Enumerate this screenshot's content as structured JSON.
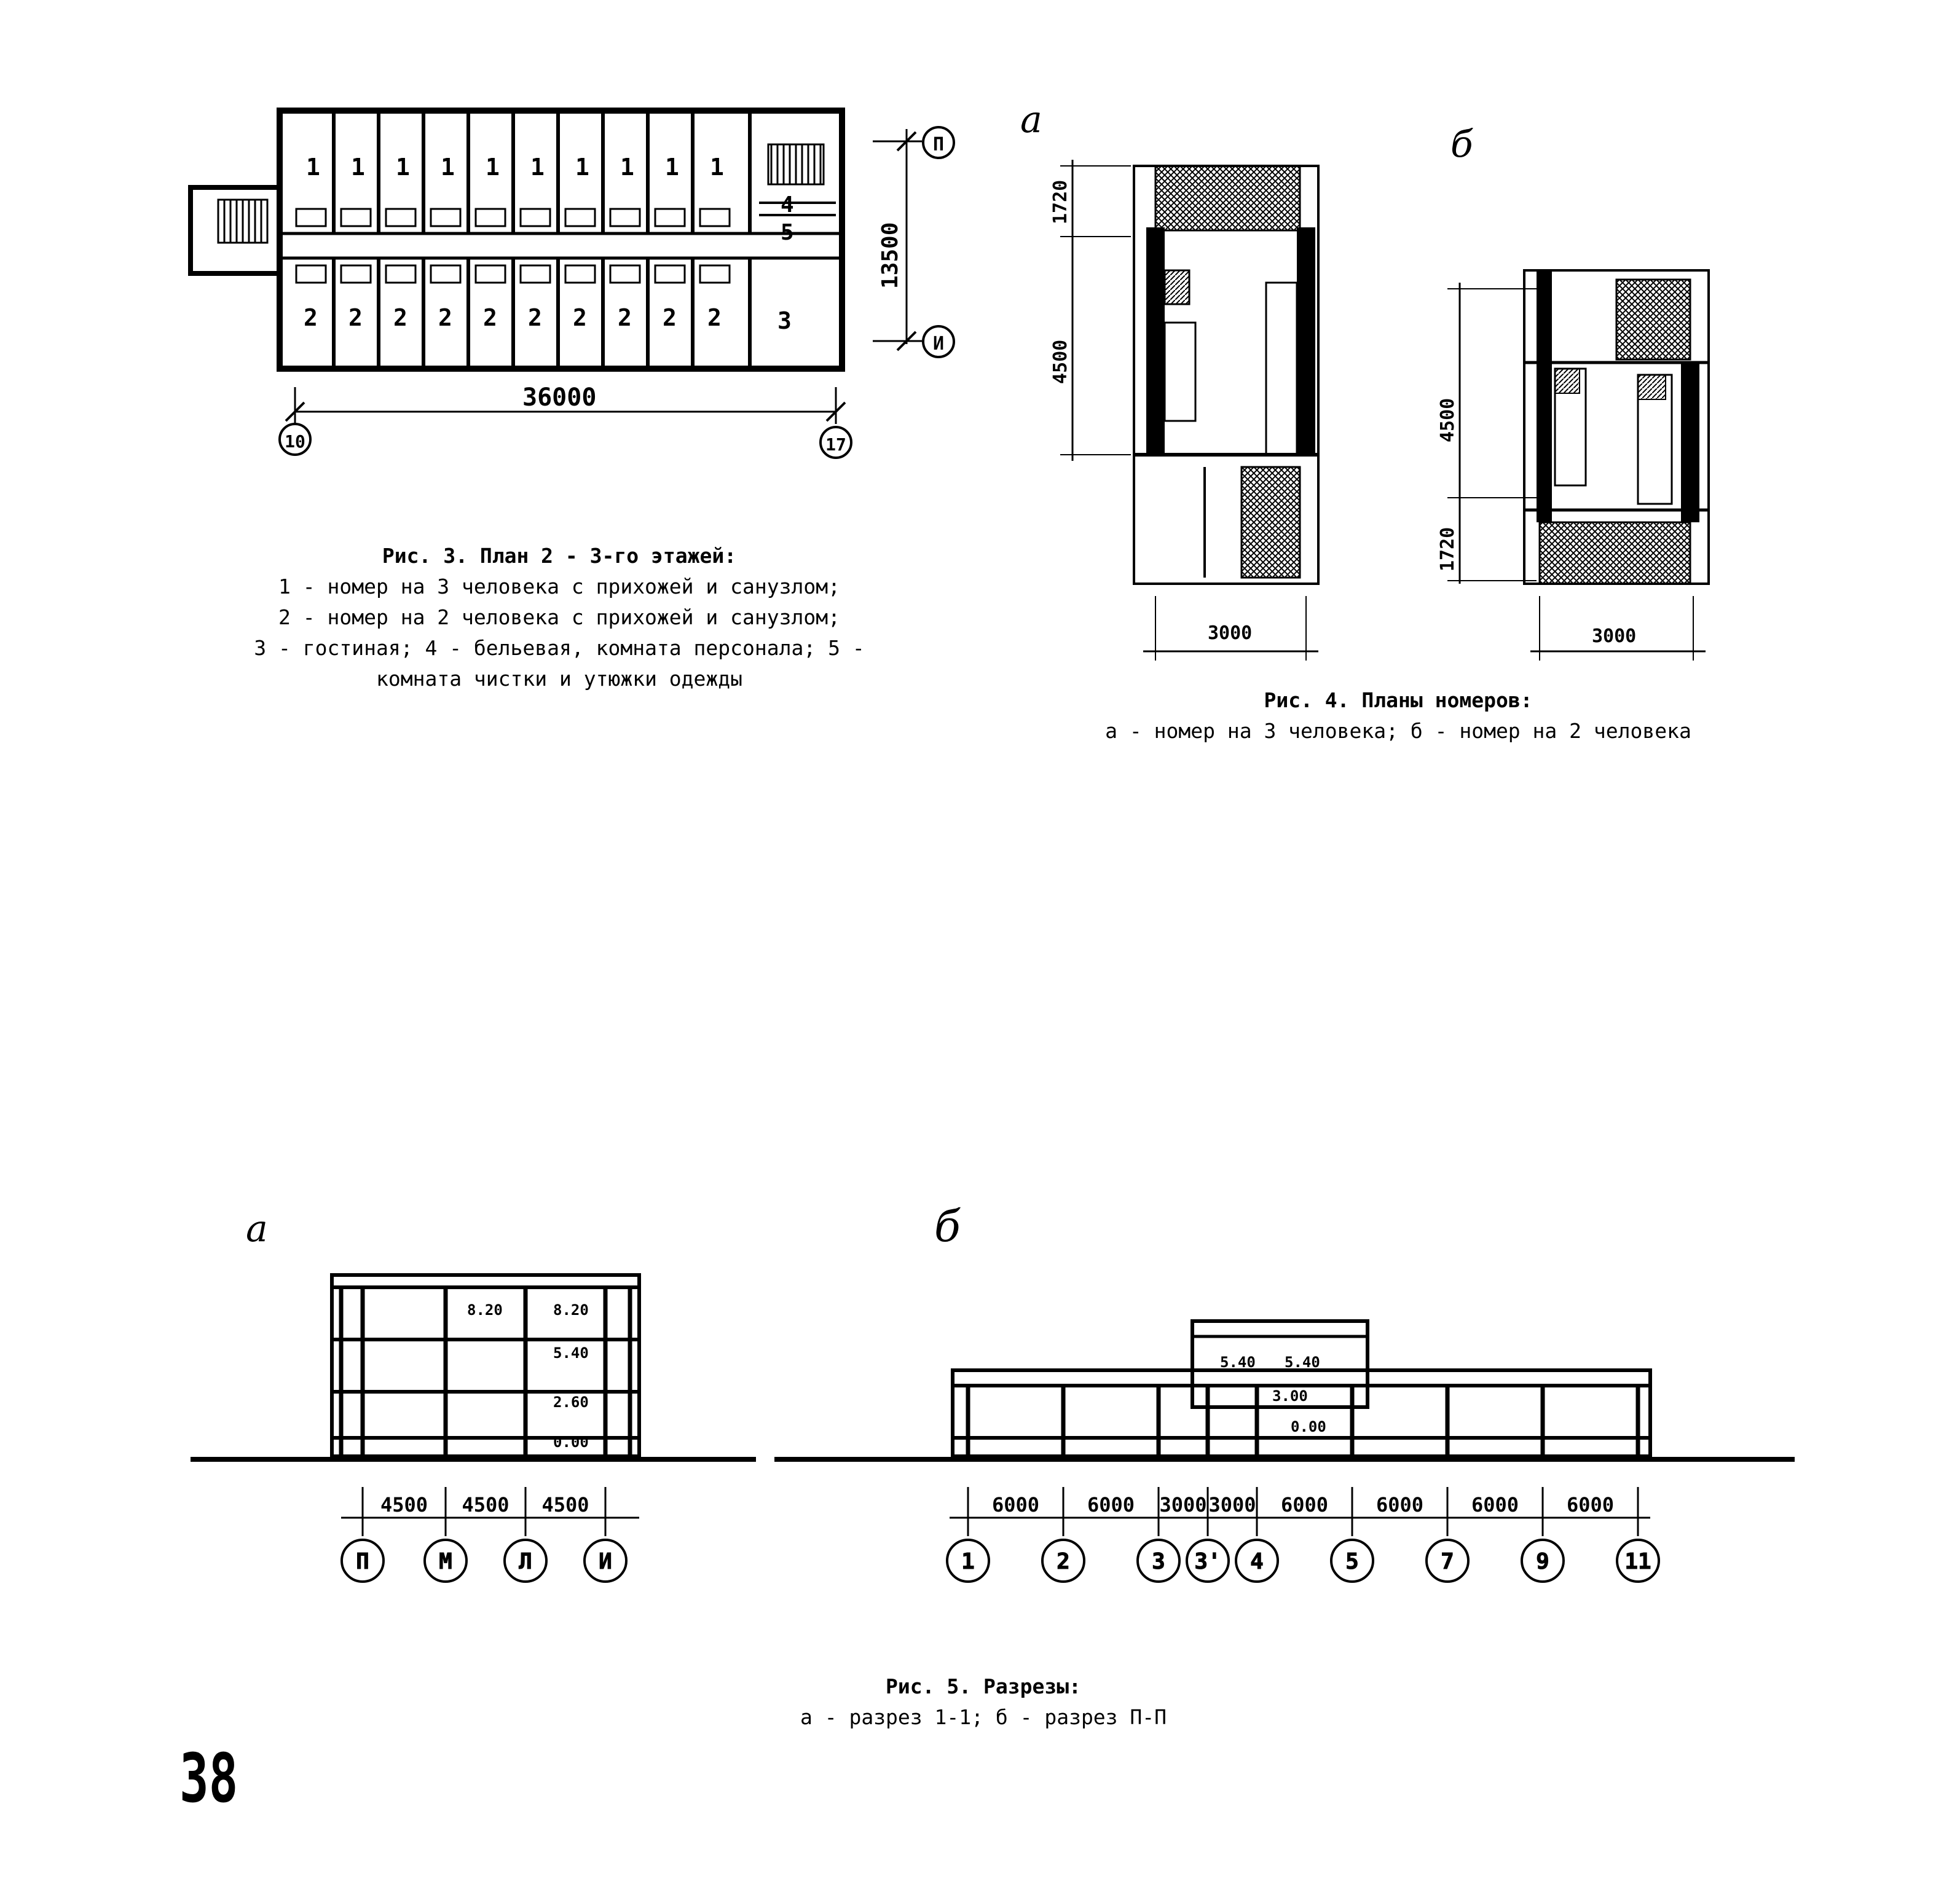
{
  "fig3": {
    "room_label_1": "1",
    "room_label_2": "2",
    "room_label_3": "3",
    "room_label_4": "4",
    "room_label_5": "5",
    "dim_width": "36000",
    "dim_depth": "13500",
    "axis_left": "10",
    "axis_right": "17",
    "axis_top": "П",
    "axis_bottom": "И",
    "caption": {
      "title": "Рис. 3. План 2 - 3-го этажей:",
      "l1": "1 - номер на 3 человека с прихожей и   санузлом;",
      "l2": "2 - номер на 2 человека с прихожей  и  санузлом;",
      "l3": "3 - гостиная; 4 - бельевая, комната персонала; 5 -",
      "l4": "комната чистки и утюжки одежды"
    }
  },
  "fig4": {
    "label_a": "а",
    "label_b": "б",
    "a_dim_top": "1720",
    "a_dim_mid": "4500",
    "a_dim_width": "3000",
    "b_dim_mid": "4500",
    "b_dim_bottom": "1720",
    "b_dim_width": "3000",
    "caption": {
      "title": "Рис. 4.  Планы номеров:",
      "l1": "а - номер на 3 человека; б - номер на 2 человека"
    }
  },
  "fig5": {
    "label_a": "а",
    "label_b": "б",
    "a_dims": [
      "4500",
      "4500",
      "4500"
    ],
    "a_axes": [
      "П",
      "М",
      "Л",
      "И"
    ],
    "a_levels": [
      "8.20",
      "8.20",
      "5.40",
      "2.60",
      "0.00"
    ],
    "b_dims": [
      "6000",
      "6000",
      "3000",
      "3000",
      "6000",
      "6000",
      "6000",
      "6000"
    ],
    "b_axes": [
      "1",
      "2",
      "3",
      "3'",
      "4",
      "5",
      "7",
      "9",
      "11"
    ],
    "b_levels": [
      "5.40",
      "5.40",
      "3.00",
      "0.00"
    ],
    "caption": {
      "title": "Рис. 5. Разрезы:",
      "l1": "а - разрез 1-1;  б - разрез П-П"
    }
  },
  "page_number": "38"
}
